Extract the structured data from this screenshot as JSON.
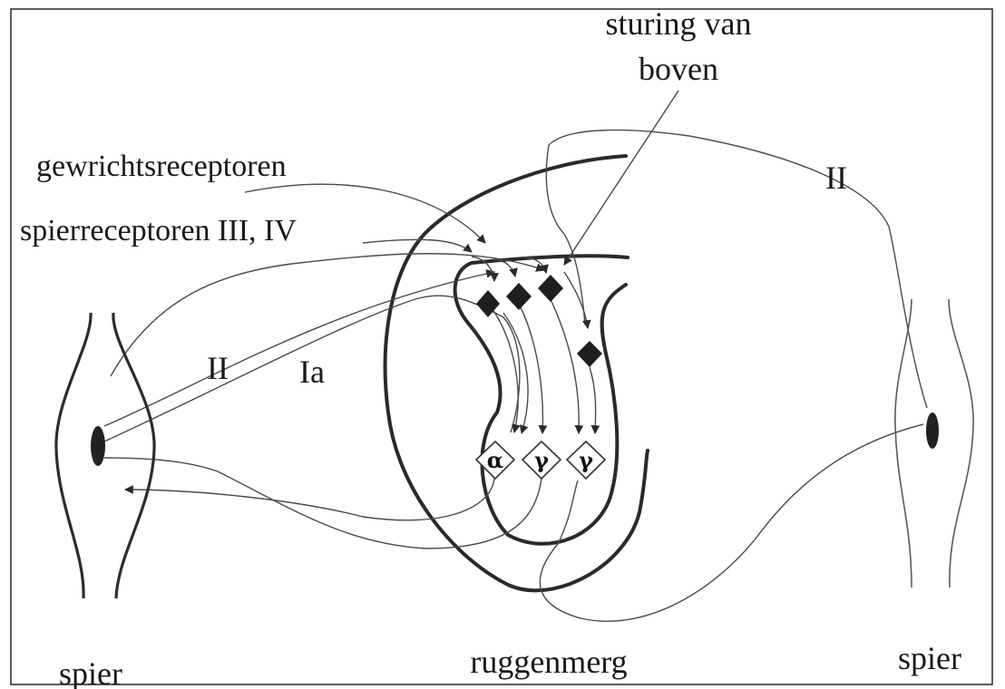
{
  "labels": {
    "top_control": [
      "sturing van",
      "boven"
    ],
    "joint_receptors": "gewrichtsreceptoren",
    "muscle_receptors": "spierreceptoren III, IV",
    "fiber_II_left": "II",
    "fiber_Ia": "Ia",
    "fiber_II_right": "II",
    "muscle_left": "spier",
    "spinal_cord": "ruggenmerg",
    "muscle_right": "spier"
  },
  "neurons": {
    "alpha": "α",
    "gamma_1": "γ",
    "gamma_2": "γ"
  },
  "colors": {
    "ink": "#2a2a2a",
    "background": "#ffffff"
  }
}
